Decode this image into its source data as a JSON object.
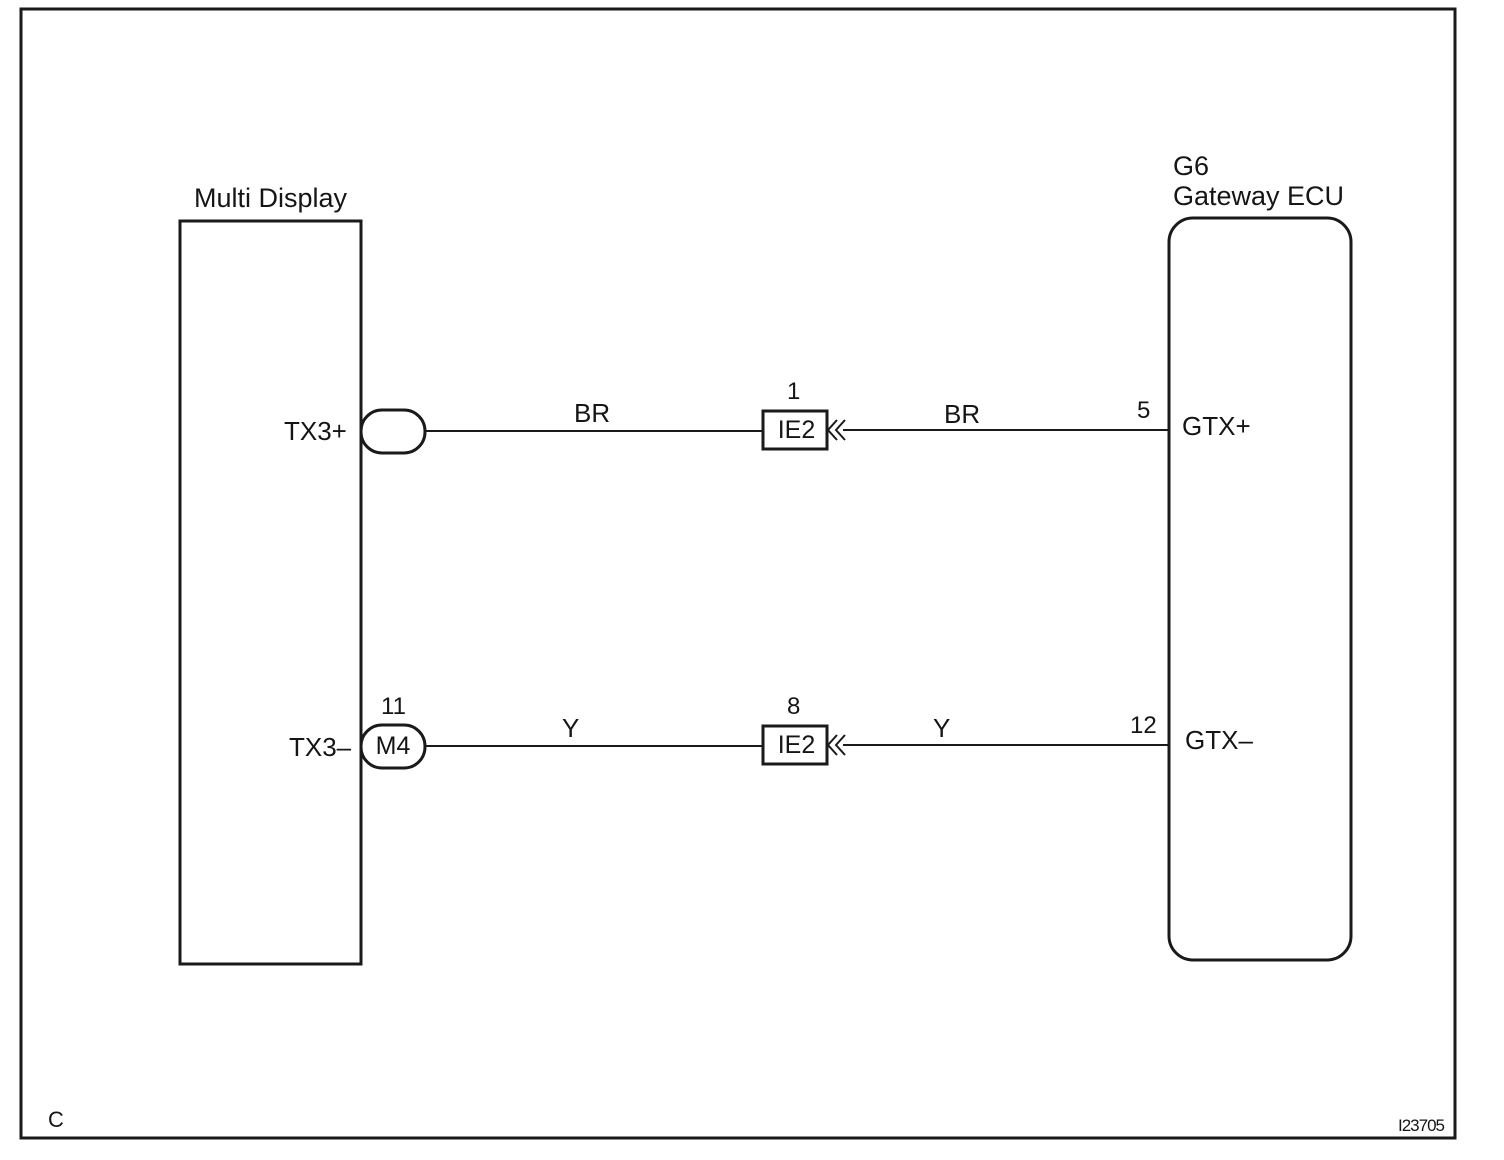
{
  "components": {
    "left": {
      "name": "Multi Display"
    },
    "right": {
      "code": "G6",
      "name": "Gateway ECU"
    }
  },
  "signals": {
    "tx_plus": {
      "left_pin_name": "TX3+",
      "left_connector": "",
      "wire_left": "BR",
      "junction_pin": "1",
      "junction": "IE2",
      "wire_right": "BR",
      "right_pin": "5",
      "right_pin_name": "GTX+"
    },
    "tx_minus": {
      "left_pin_name": "TX3–",
      "left_pin": "11",
      "left_connector": "M4",
      "wire_left": "Y",
      "junction_pin": "8",
      "junction": "IE2",
      "wire_right": "Y",
      "right_pin": "12",
      "right_pin_name": "GTX–"
    }
  },
  "corner_letter": "C",
  "figure_id": "I23705",
  "colors": {
    "line": "#1a1a1a",
    "background": "#ffffff"
  }
}
